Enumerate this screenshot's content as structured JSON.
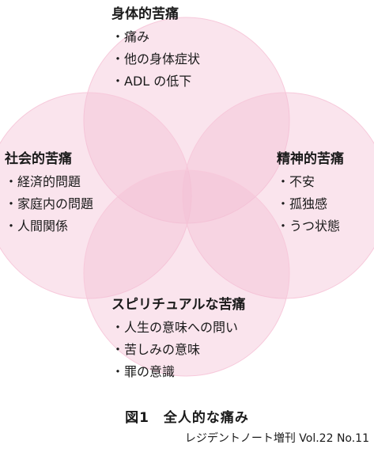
{
  "groups": {
    "physical": {
      "heading": "身体的苦痛",
      "items": [
        "痛み",
        "他の身体症状",
        "ADL の低下"
      ]
    },
    "social": {
      "heading": "社会的苦痛",
      "items": [
        "経済的問題",
        "家庭内の問題",
        "人間関係"
      ]
    },
    "mental": {
      "heading": "精神的苦痛",
      "items": [
        "不安",
        "孤独感",
        "うつ状態"
      ]
    },
    "spiritual": {
      "heading": "スピリチュアルな苦痛",
      "items": [
        "人生の意味への問い",
        "苦しみの意味",
        "罪の意識"
      ]
    }
  },
  "caption": "図1　全人的な痛み",
  "source": "レジデントノート増刊 Vol.22 No.11",
  "colors": {
    "circle_fill": "#f3bfd4",
    "circle_stroke": "#f7c9db",
    "text": "#1a1a1a"
  }
}
